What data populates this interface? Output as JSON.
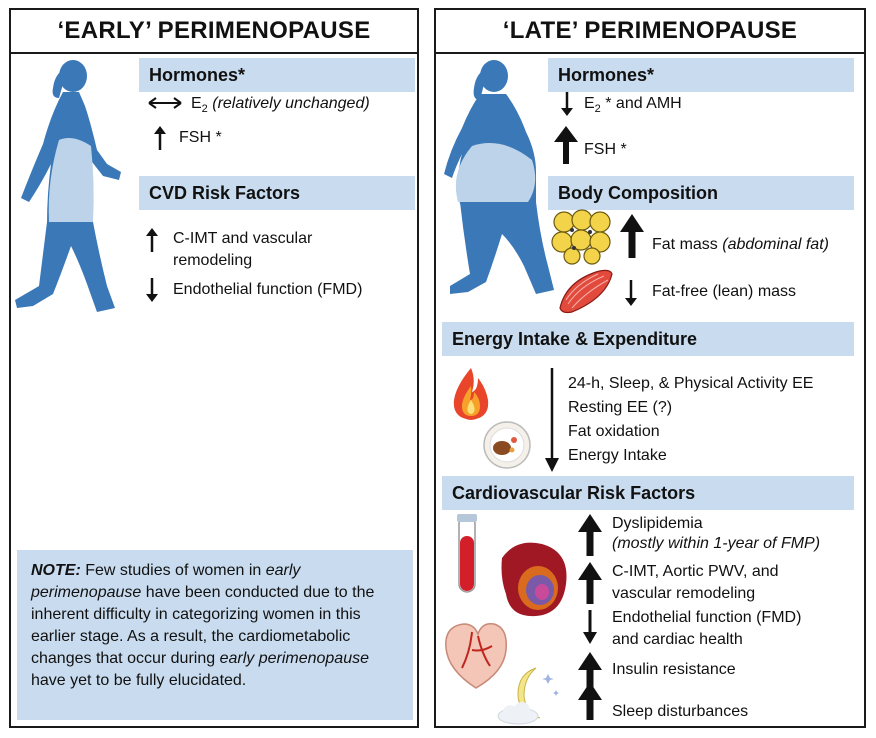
{
  "early": {
    "title": "‘EARLY’ PERIMENOPAUSE",
    "hormones": {
      "heading": "Hormones*",
      "e2_label": "E",
      "e2_sub": "2",
      "e2_note": "(relatively unchanged)",
      "fsh": "FSH *"
    },
    "cvd": {
      "heading": "CVD Risk Factors",
      "cimt_line1": "C-IMT and vascular",
      "cimt_line2": "remodeling",
      "endothelial": "Endothelial function (FMD)"
    },
    "note": {
      "lead": "NOTE:",
      "part1": " Few studies of women in ",
      "em1": "early perimenopause",
      "part2": " have been conducted due to the inherent difficulty in categorizing women in this earlier stage. As a result, the cardiometabolic changes that occur during ",
      "em2": "early perimenopause",
      "part3": " have yet to be fully elucidated."
    }
  },
  "late": {
    "title": "‘LATE’ PERIMENOPAUSE",
    "hormones": {
      "heading": "Hormones*",
      "e2_label": "E",
      "e2_sub": "2",
      "e2_rest": " * and AMH",
      "fsh": "FSH *"
    },
    "body": {
      "heading": "Body Composition",
      "fat_mass": "Fat mass",
      "fat_mass_note": "(abdominal fat)",
      "fat_free": "Fat-free (lean) mass"
    },
    "energy": {
      "heading": "Energy Intake & Expenditure",
      "items": [
        "24-h, Sleep, & Physical Activity EE",
        "Resting EE (?)",
        "Fat oxidation",
        "Energy Intake"
      ]
    },
    "cardio": {
      "heading": "Cardiovascular Risk Factors",
      "dyslipidemia": "Dyslipidemia",
      "dyslipidemia_note": "(mostly within 1-year of FMP)",
      "cimt_line1": "C-IMT, Aortic PWV, and",
      "cimt_line2": "vascular remodeling",
      "endo_line1": "Endothelial function (FMD)",
      "endo_line2": "and cardiac health",
      "insulin": "Insulin resistance",
      "sleep": "Sleep disturbances"
    }
  },
  "colors": {
    "band": "#c9dcef",
    "silhouette": "#3a78b8",
    "silhouette_light": "#bcd3ea"
  }
}
